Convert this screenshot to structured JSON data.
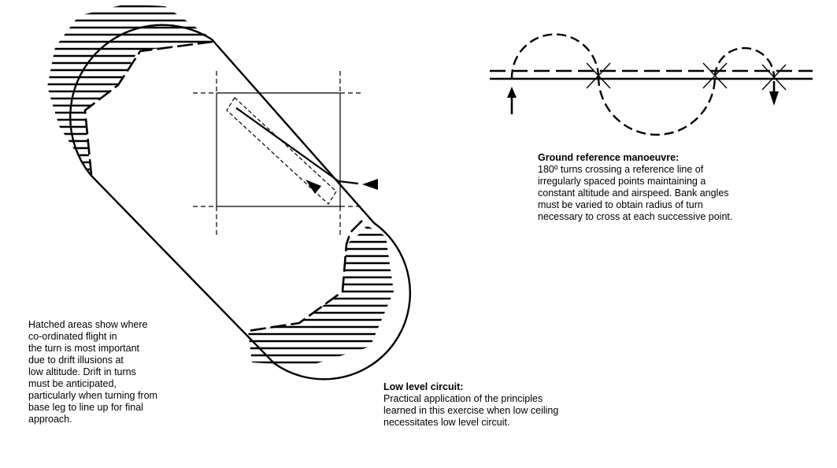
{
  "ground_reference": {
    "heading": "Ground reference manoeuvre:",
    "lines": [
      "180º turns crossing a reference line of",
      "irregularly spaced points maintaining a",
      "constant altitude and airspeed. Bank angles",
      "must be varied to obtain radius of turn",
      "necessary to cross at each successive point."
    ]
  },
  "hatched_note": {
    "lines": [
      "Hatched areas show where",
      "co-ordinated flight in",
      "the turn is most important",
      "due to drift illusions at",
      "low altitude. Drift in turns",
      "must be anticipated,",
      "particularly when turning from",
      "base leg to line up for final",
      "approach."
    ]
  },
  "low_level_circuit": {
    "heading": "Low level circuit:",
    "lines": [
      "Practical application of the principles",
      "learned in this exercise when low ceiling",
      "necessitates low level circuit."
    ]
  }
}
